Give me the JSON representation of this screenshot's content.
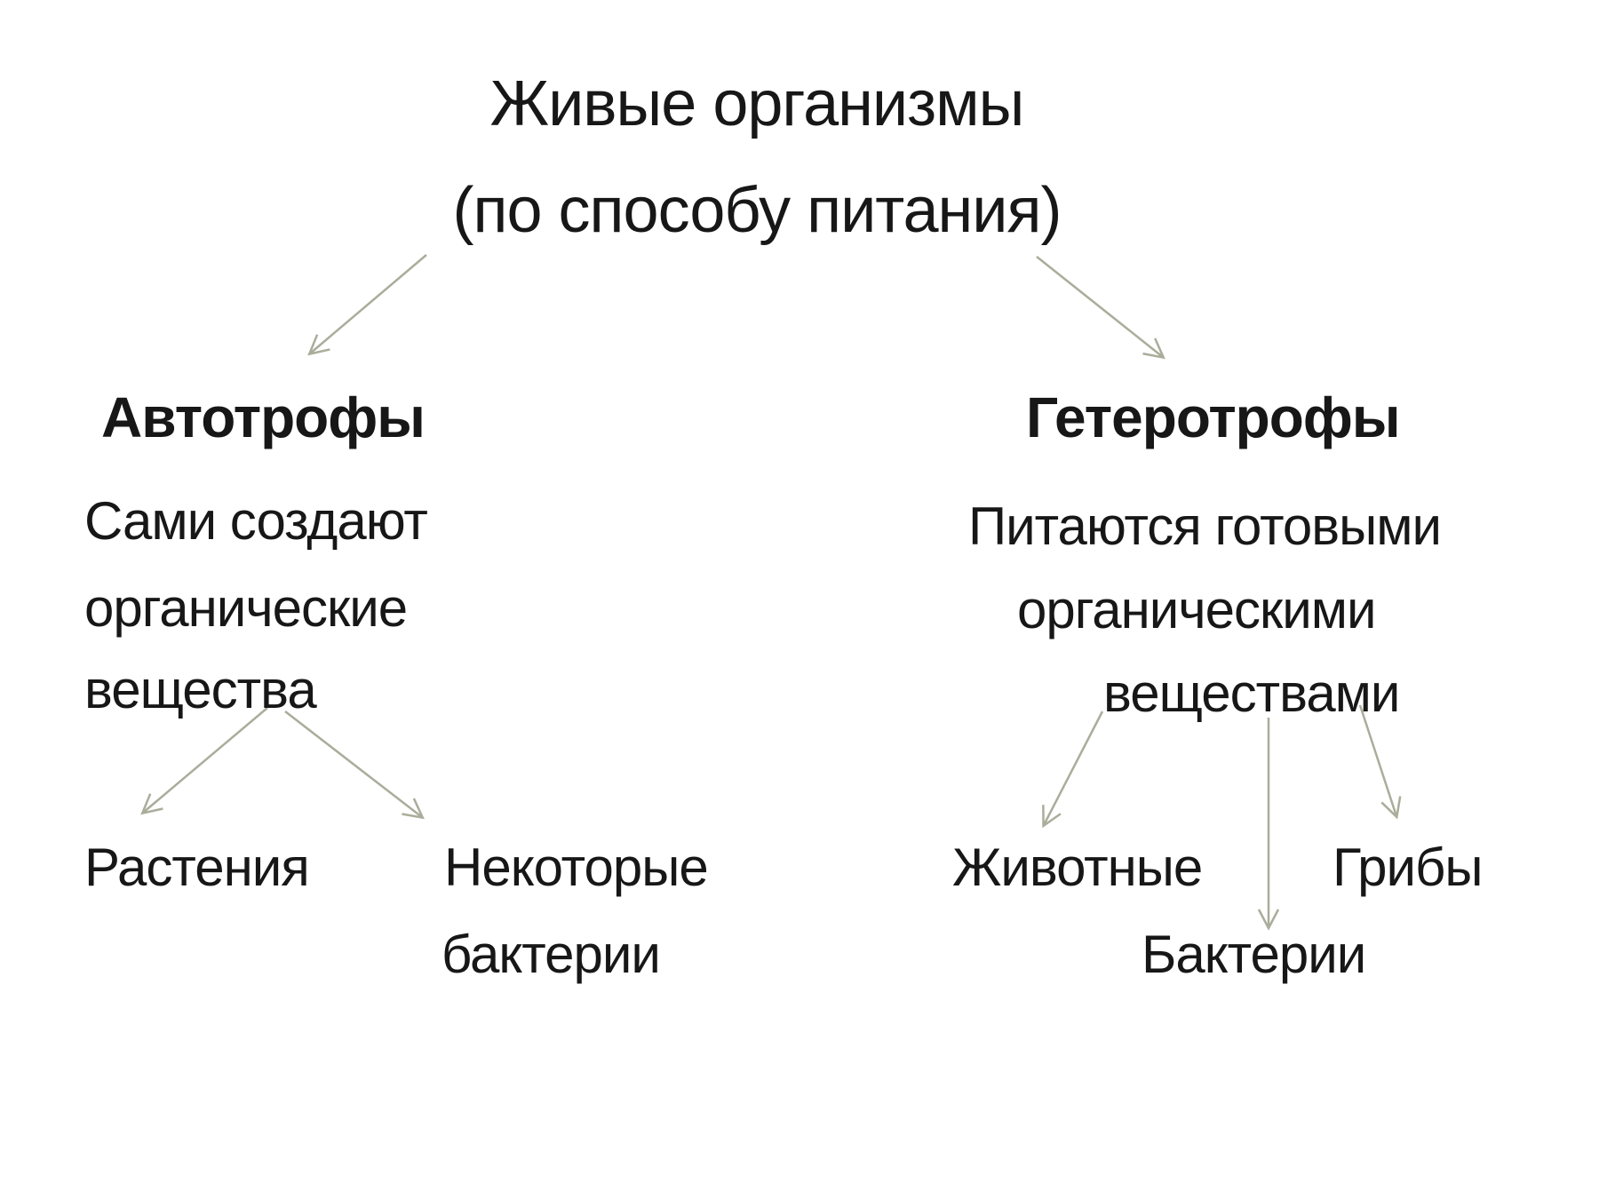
{
  "diagram": {
    "title": {
      "line1": "Живые организмы",
      "line2": "(по способу питания)"
    },
    "colors": {
      "arrow": "#a9ad9a",
      "text": "#171717",
      "background": "#ffffff"
    },
    "branches": [
      {
        "heading": "Автотрофы",
        "description_lines": [
          "Сами создают",
          "органические",
          "вещества"
        ],
        "children": [
          {
            "lines": [
              "Растения"
            ]
          },
          {
            "lines": [
              "Некоторые",
              "бактерии"
            ]
          }
        ]
      },
      {
        "heading": "Гетеротрофы",
        "description_lines": [
          "Питаются готовыми",
          "органическими",
          "веществами"
        ],
        "children": [
          {
            "lines": [
              "Животные"
            ]
          },
          {
            "lines": [
              "Бактерии"
            ]
          },
          {
            "lines": [
              "Грибы"
            ]
          }
        ]
      }
    ],
    "edges": [
      {
        "from": "Живые организмы",
        "to": "Автотрофы"
      },
      {
        "from": "Живые организмы",
        "to": "Гетеротрофы"
      },
      {
        "from": "вещества (Автотрофы)",
        "to": "Растения"
      },
      {
        "from": "вещества (Автотрофы)",
        "to": "Некоторые бактерии"
      },
      {
        "from": "веществами (Гетеротрофы)",
        "to": "Животные"
      },
      {
        "from": "веществами (Гетеротрофы)",
        "to": "Бактерии"
      },
      {
        "from": "веществами (Гетеротрофы)",
        "to": "Грибы"
      }
    ]
  }
}
